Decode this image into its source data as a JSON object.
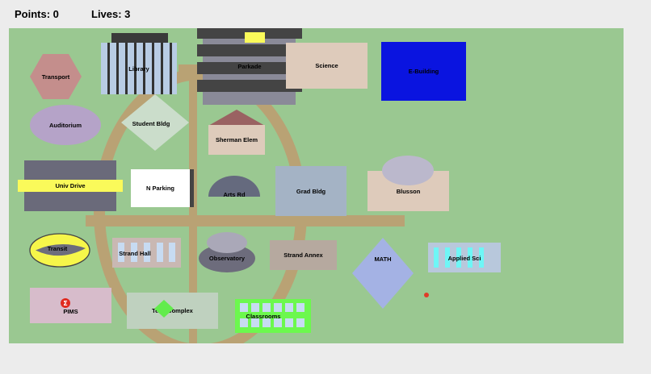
{
  "hud": {
    "points_label": "Points: 0",
    "lives_label": "Lives: 3"
  },
  "buildings": {
    "transport": "Transport",
    "library": "Library",
    "parkade": "Parkade",
    "science": "Science",
    "ebuilding": "E-Building",
    "auditorium": "Auditorium",
    "student_bldg": "Student Bldg",
    "sherman_elem": "Sherman Elem",
    "univ_drive": "Univ Drive",
    "n_parking": "N Parking",
    "arts_rd": "Arts Rd",
    "grad_bldg": "Grad Bldg",
    "blusson": "Blusson",
    "transit": "Transit",
    "strand_hall": "Strand Hall",
    "observatory": "Observatory",
    "strand_annex": "Strand Annex",
    "math": "MATH",
    "applied_sci": "Applied Sci",
    "pims": "PIMS",
    "tech_complex": "Tech Complex",
    "classrooms": "Classrooms"
  },
  "glyphs": {
    "sigma": "Σ"
  },
  "colors": {
    "map_bg": "#9ac891",
    "road": "#b9a274",
    "ebuilding": "#0a14e0",
    "player_dot": "#e03c28",
    "highlight_yellow": "#fafa5a",
    "classrooms_green": "#6cf84e"
  }
}
